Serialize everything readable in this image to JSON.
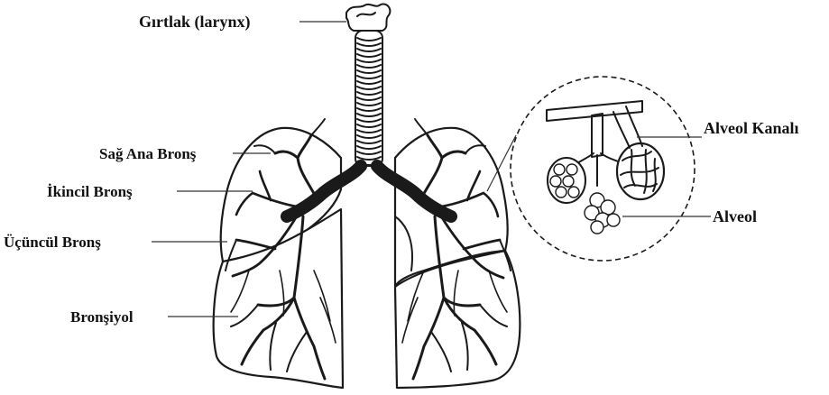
{
  "labels": {
    "larynx": "Gırtlak (larynx)",
    "main_bronchus": "Sağ Ana Bronş",
    "secondary_bronchus": "İkincil Bronş",
    "tertiary_bronchus": "Üçüncül Bronş",
    "bronchiole": "Bronşiyol",
    "alveolar_duct": "Alveol Kanalı",
    "alveolus": "Alveol"
  },
  "colors": {
    "ink": "#1a1a1a",
    "background": "#ffffff"
  }
}
